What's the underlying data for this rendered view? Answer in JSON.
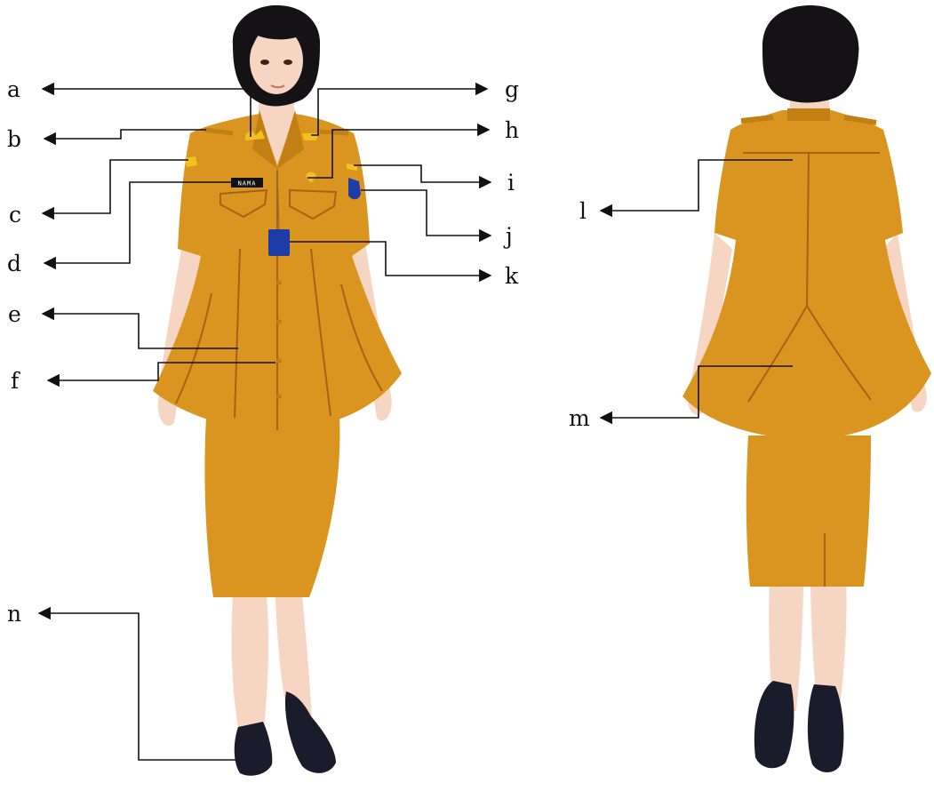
{
  "labels": {
    "a": "a",
    "b": "b",
    "c": "c",
    "d": "d",
    "e": "e",
    "f": "f",
    "g": "g",
    "h": "h",
    "i": "i",
    "j": "j",
    "k": "k",
    "l": "l",
    "m": "m",
    "n": "n"
  },
  "name_tag_text": "NAMA",
  "colors": {
    "uniform": "#D9951F",
    "uniform_shade": "#C27F14",
    "seam": "#A8601A",
    "skin": "#F7D5C3",
    "skin_shade": "#EDBFA8",
    "hair": "#141214",
    "shoes": "#1B1C2B",
    "insignia_gold": "#F2C21C",
    "badge_blue": "#1E3CA8",
    "arrow": "#111111"
  }
}
